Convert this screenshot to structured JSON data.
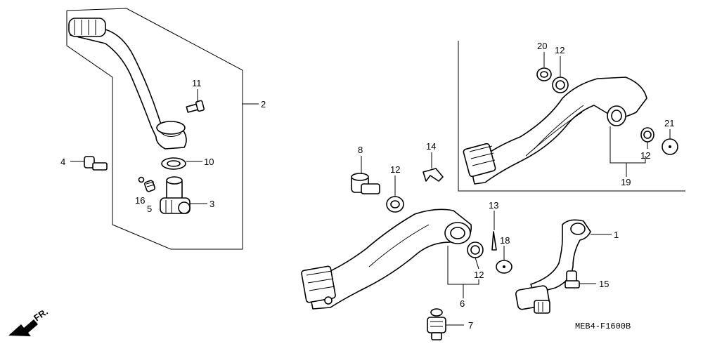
{
  "diagram_code": "MEB4-F1600B",
  "direction_label": "FR.",
  "callouts": [
    {
      "id": "c1",
      "label": "1"
    },
    {
      "id": "c2",
      "label": "2"
    },
    {
      "id": "c3",
      "label": "3"
    },
    {
      "id": "c4",
      "label": "4"
    },
    {
      "id": "c5",
      "label": "5"
    },
    {
      "id": "c6",
      "label": "6"
    },
    {
      "id": "c7",
      "label": "7"
    },
    {
      "id": "c8",
      "label": "8"
    },
    {
      "id": "c10",
      "label": "10"
    },
    {
      "id": "c11",
      "label": "11"
    },
    {
      "id": "c12a",
      "label": "12"
    },
    {
      "id": "c12b",
      "label": "12"
    },
    {
      "id": "c12c",
      "label": "12"
    },
    {
      "id": "c12d",
      "label": "12"
    },
    {
      "id": "c13",
      "label": "13"
    },
    {
      "id": "c14",
      "label": "14"
    },
    {
      "id": "c15",
      "label": "15"
    },
    {
      "id": "c16",
      "label": "16"
    },
    {
      "id": "c18",
      "label": "18"
    },
    {
      "id": "c19",
      "label": "19"
    },
    {
      "id": "c20",
      "label": "20"
    },
    {
      "id": "c21",
      "label": "21"
    }
  ]
}
